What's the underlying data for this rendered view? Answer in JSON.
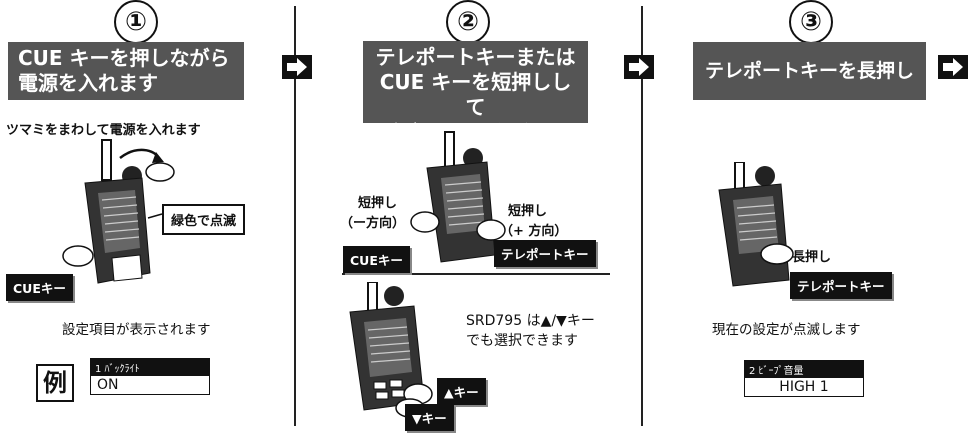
{
  "steps": [
    {
      "number": "①",
      "banner_lines": [
        "CUE キーを押しながら",
        "電源を入れます"
      ],
      "sub": "ツマミをまわして電源を入れます",
      "callout": "緑色で点滅",
      "key": "CUEキー",
      "caption": "設定項目が表示されます",
      "example_label": "例",
      "lcd_line1": "1 ﾊﾞｯｸﾗｲﾄ",
      "lcd_line2": "ON"
    },
    {
      "number": "②",
      "banner_lines": [
        "テレポートキーまたは",
        "CUE キーを短押しして"
      ],
      "banner_small": "設定する項目を選びます",
      "short_left": "短押し",
      "dir_left": "（ー方向）",
      "short_right": "短押し",
      "dir_right": "（+ 方向）",
      "key_left": "CUEキー",
      "key_right": "テレポートキー",
      "note_lines": [
        "SRD795 は▲/▼キー",
        "でも選択できます"
      ],
      "up_key": "▲キー",
      "down_key": "▼キー"
    },
    {
      "number": "③",
      "banner_lines": [
        "テレポートキーを長押し"
      ],
      "long_press": "長押し",
      "key": "テレポートキー",
      "caption": "現在の設定が点滅します",
      "lcd_line1": "2 ﾋﾞｰﾌﾟ音量",
      "lcd_line2": "HIGH 1"
    }
  ],
  "colors": {
    "banner": "#555555",
    "key": "#111111"
  }
}
